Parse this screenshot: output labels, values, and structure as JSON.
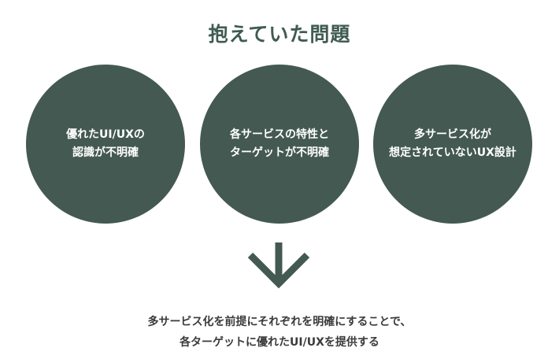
{
  "title": "抱えていた問題",
  "problems": [
    {
      "lines": [
        "優れたUI/UXの",
        "認識が不明確"
      ]
    },
    {
      "lines": [
        "各サービスの特性と",
        "ターゲットが不明確"
      ]
    },
    {
      "lines": [
        "多サービス化が",
        "想定されていないUX設計"
      ]
    }
  ],
  "arrow_icon": "arrow-down-icon",
  "conclusion": {
    "lines": [
      "多サービス化を前提にそれぞれを明確にすることで、",
      "各ターゲットに優れたUI/UXを提供する"
    ]
  },
  "colors": {
    "circle": "#435951",
    "title": "#3f5b52",
    "arrow": "#435951",
    "text": "#3b3b3b"
  }
}
